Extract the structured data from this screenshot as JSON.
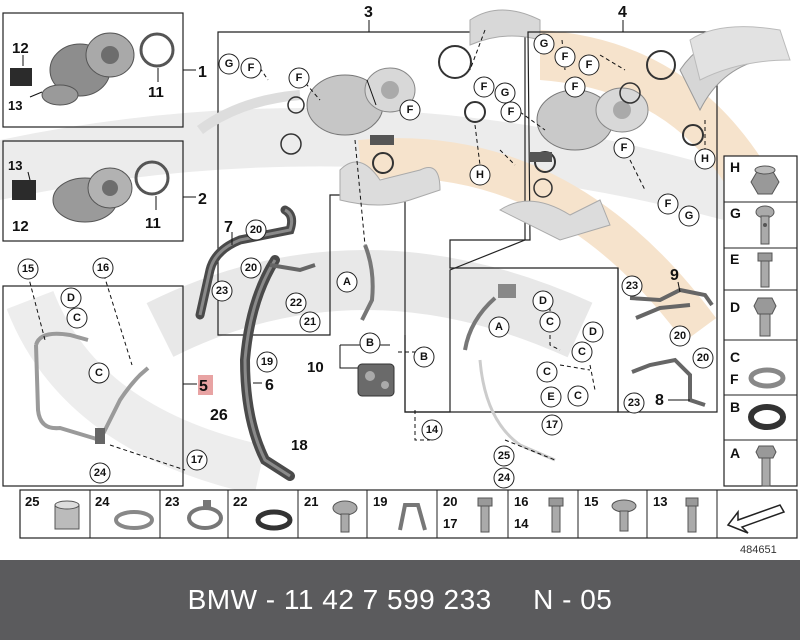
{
  "footer": {
    "text": "BMW - 11 42 7 599 233     N - 05"
  },
  "diagram_id": "484651",
  "groups": {
    "g1": "1",
    "g2": "2",
    "g3": "3",
    "g4": "4",
    "g5": "5",
    "g6": "6",
    "g7": "7",
    "g8": "8",
    "g9": "9",
    "g10": "10",
    "g26": "26",
    "g18": "18"
  },
  "box1_labels": {
    "a": "12",
    "b": "13",
    "c": "11"
  },
  "box2_labels": {
    "a": "13",
    "b": "12",
    "c": "11"
  },
  "box5_labels": {
    "a": "15",
    "b": "16",
    "c": "D",
    "d": "C",
    "e": "C",
    "f": "24",
    "g": "17"
  },
  "callouts": {
    "c1": "G",
    "c2": "F",
    "c3": "F",
    "c4": "F",
    "c5": "F",
    "c6": "G",
    "c7": "H",
    "c8": "G",
    "c9": "F",
    "c10": "F",
    "c11": "F",
    "c12": "F",
    "c13": "F",
    "c14": "G",
    "c15": "H",
    "c16": "A",
    "c17": "B",
    "c18": "B",
    "c19": "A",
    "c20": "D",
    "c21": "C",
    "c22": "C",
    "c23": "D",
    "c24": "C",
    "c25": "C",
    "c26": "E",
    "c27": "17",
    "c28": "20",
    "c29": "20",
    "c30": "23",
    "c31": "22",
    "c32": "21",
    "c33": "19",
    "c34": "14",
    "c35": "25",
    "c36": "24",
    "c37": "23",
    "c38": "20",
    "c39": "20",
    "c40": "23"
  },
  "side_legend": [
    {
      "label": "H",
      "icon": "hex-nut-icon"
    },
    {
      "label": "G",
      "icon": "banjo-bolt-icon"
    },
    {
      "label": "E",
      "icon": "hex-bolt-icon"
    },
    {
      "label": "D",
      "icon": "hollow-bolt-icon"
    },
    {
      "label": "C",
      "label2": "F",
      "icon": "sealing-ring-icon"
    },
    {
      "label": "B",
      "icon": "gasket-ring-icon"
    },
    {
      "label": "A",
      "icon": "stud-bolt-icon"
    }
  ],
  "bottom_legend": [
    {
      "label": "25",
      "icon": "bushing-icon"
    },
    {
      "label": "24",
      "icon": "thin-ring-icon"
    },
    {
      "label": "23",
      "icon": "clamp-icon"
    },
    {
      "label": "22",
      "icon": "o-ring-icon"
    },
    {
      "label": "21",
      "icon": "button-screw-icon"
    },
    {
      "label": "19",
      "icon": "clip-icon"
    },
    {
      "label": "20",
      "label2": "17",
      "icon": "flange-bolt-icon"
    },
    {
      "label": "16",
      "label2": "14",
      "icon": "hex-screw-icon"
    },
    {
      "label": "15",
      "icon": "pan-screw-icon"
    },
    {
      "label": "13",
      "icon": "socket-screw-icon"
    }
  ],
  "colors": {
    "footer_bg": "#5b5b5d",
    "watermark_grey": "#e4e4e4",
    "watermark_orange": "#f5dfc6",
    "highlight": "#e8a3a3"
  }
}
